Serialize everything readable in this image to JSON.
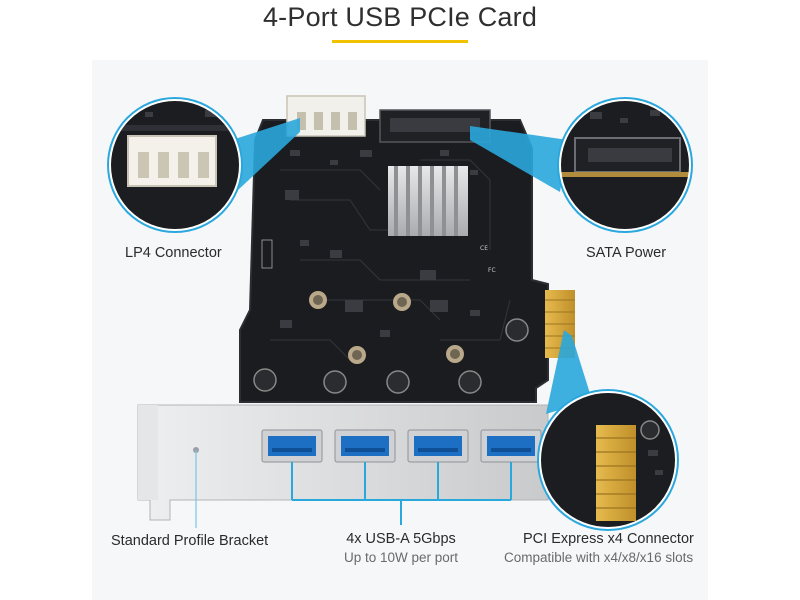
{
  "title": "4-Port USB PCIe Card",
  "callouts": {
    "lp4": "LP4 Connector",
    "sata": "SATA Power",
    "bracket": "Standard Profile Bracket",
    "usb_title": "4x USB-A 5Gbps",
    "usb_sub": "Up to 10W per port",
    "pcie_title": "PCI Express x4 Connector",
    "pcie_sub": "Compatible with x4/x8/x16 slots"
  },
  "colors": {
    "accent_underline": "#f2c200",
    "callout_blue": "#2aa7dc",
    "pcb": "#1d1e21",
    "usb_port_blue": "#1d6fc4",
    "gold_fingers": "#d4a43a",
    "bracket_silver": "#d9dadc"
  }
}
